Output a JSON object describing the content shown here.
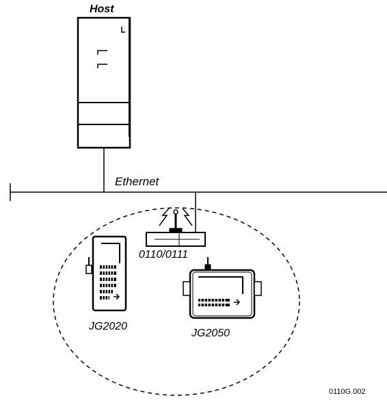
{
  "labels": {
    "host": "Host",
    "network": "Ethernet",
    "access_point": "0110/0111",
    "handheld": "JG2020",
    "vehicle_terminal": "JG2050",
    "figure_id": "0110G.002"
  },
  "colors": {
    "line": "#000000",
    "background": "#ffffff"
  },
  "icons": {
    "host": "server-tower-icon",
    "access_point": "radio-access-point-icon",
    "handheld": "handheld-terminal-icon",
    "vehicle_terminal": "vehicle-mount-terminal-icon"
  }
}
